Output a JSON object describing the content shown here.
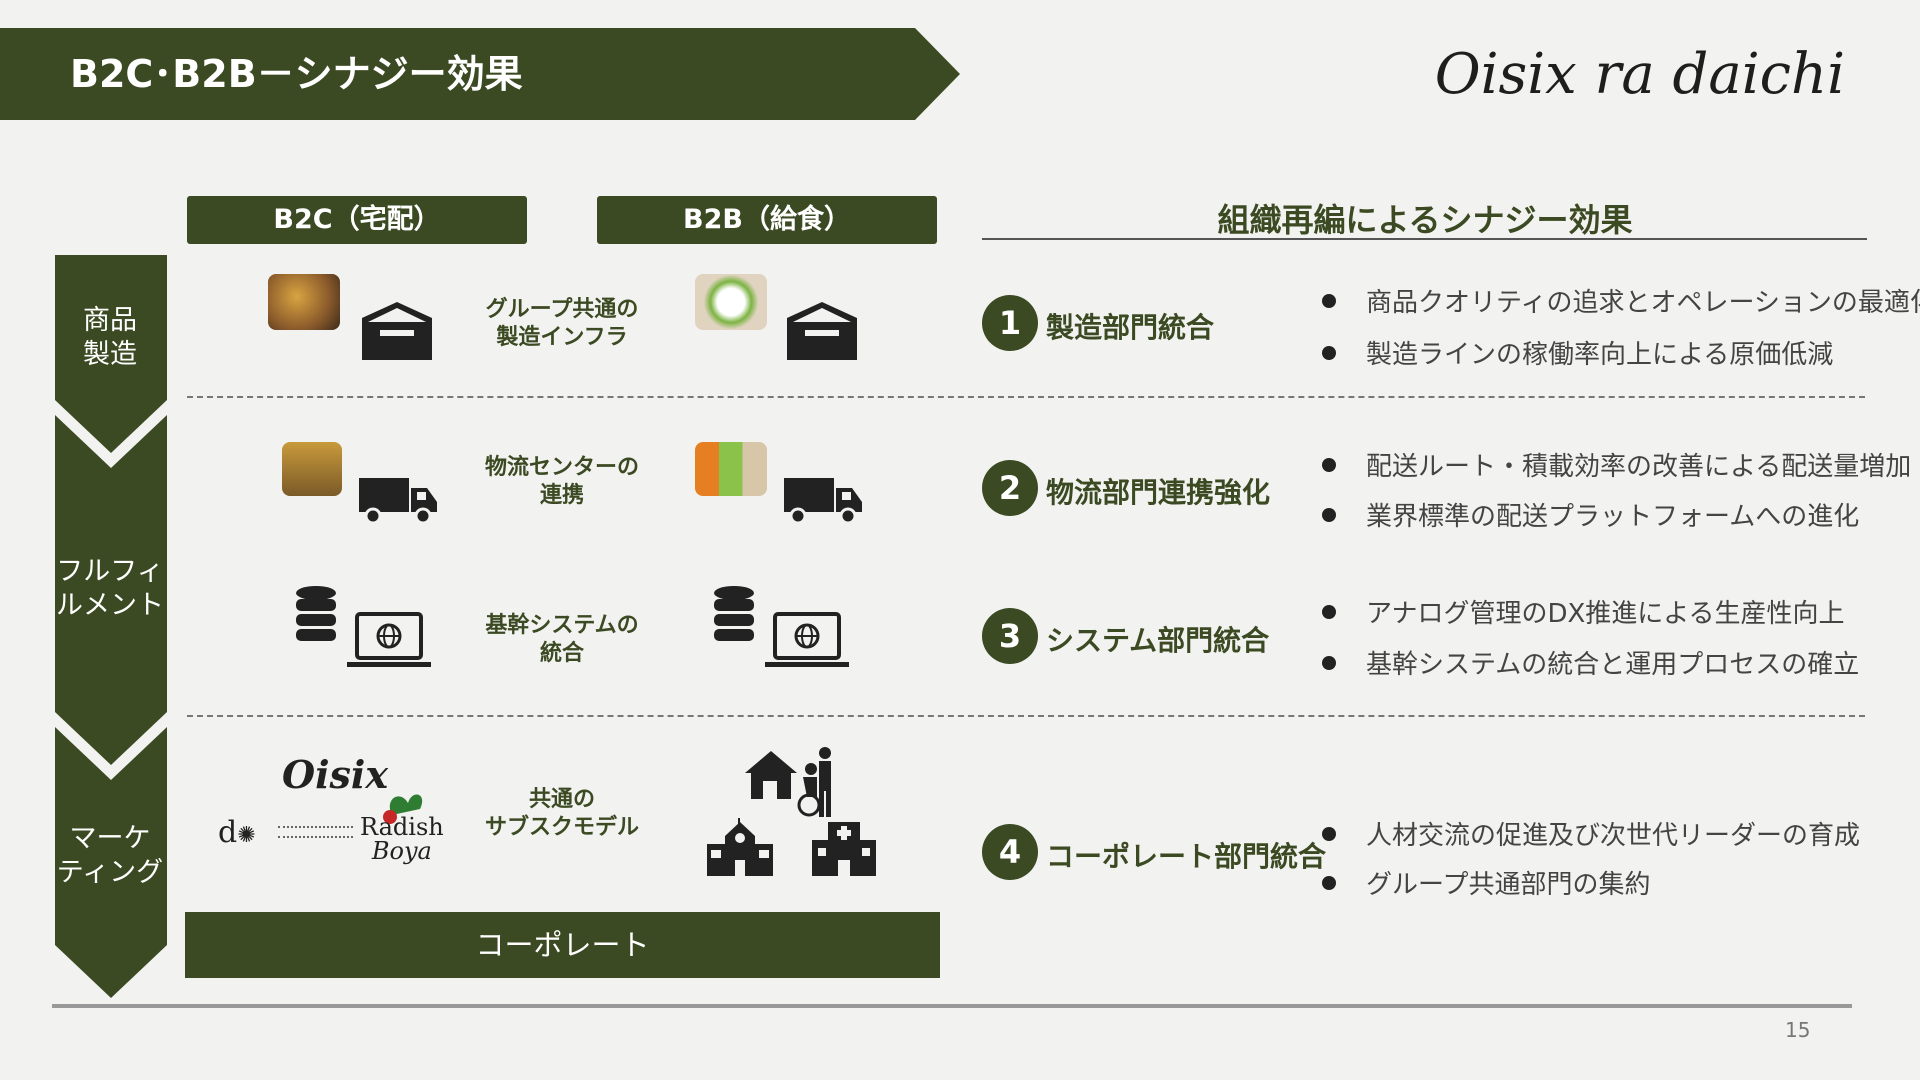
{
  "header": {
    "title": "B2C･B2B－シナジー効果",
    "logo": "Oisix ra daichi"
  },
  "columns": {
    "b2c": "B2C（宅配）",
    "b2b": "B2B（給食）",
    "right": "組織再編によるシナジー効果"
  },
  "stages": [
    {
      "label": "商品\n製造"
    },
    {
      "label": "フルフィ\nルメント"
    },
    {
      "label": "マーケ\nティング"
    }
  ],
  "middle_labels": [
    "グループ共通の\n製造インフラ",
    "物流センターの\n連携",
    "基幹システムの\n統合",
    "共通の\nサブスクモデル"
  ],
  "brands": {
    "oisix": "Oisix",
    "daichi": "d",
    "radish": "Radish",
    "boya": "Boya"
  },
  "synergies": [
    {
      "num": "1",
      "dept": "製造部門統合",
      "bullets": [
        "商品クオリティの追求とオペレーションの最適化",
        "製造ラインの稼働率向上による原価低減"
      ]
    },
    {
      "num": "2",
      "dept": "物流部門連携強化",
      "bullets": [
        "配送ルート・積載効率の改善による配送量増加",
        "業界標準の配送プラットフォームへの進化"
      ]
    },
    {
      "num": "3",
      "dept": "システム部門統合",
      "bullets": [
        "アナログ管理のDX推進による生産性向上",
        "基幹システムの統合と運用プロセスの確立"
      ]
    },
    {
      "num": "4",
      "dept": "コーポレート部門統合",
      "bullets": [
        "人材交流の促進及び次世代リーダーの育成",
        "グループ共通部門の集約"
      ]
    }
  ],
  "corporate_bar": "コーポレート",
  "page_number": "15",
  "colors": {
    "primary": "#3b4a22",
    "background": "#f2f2f0"
  }
}
